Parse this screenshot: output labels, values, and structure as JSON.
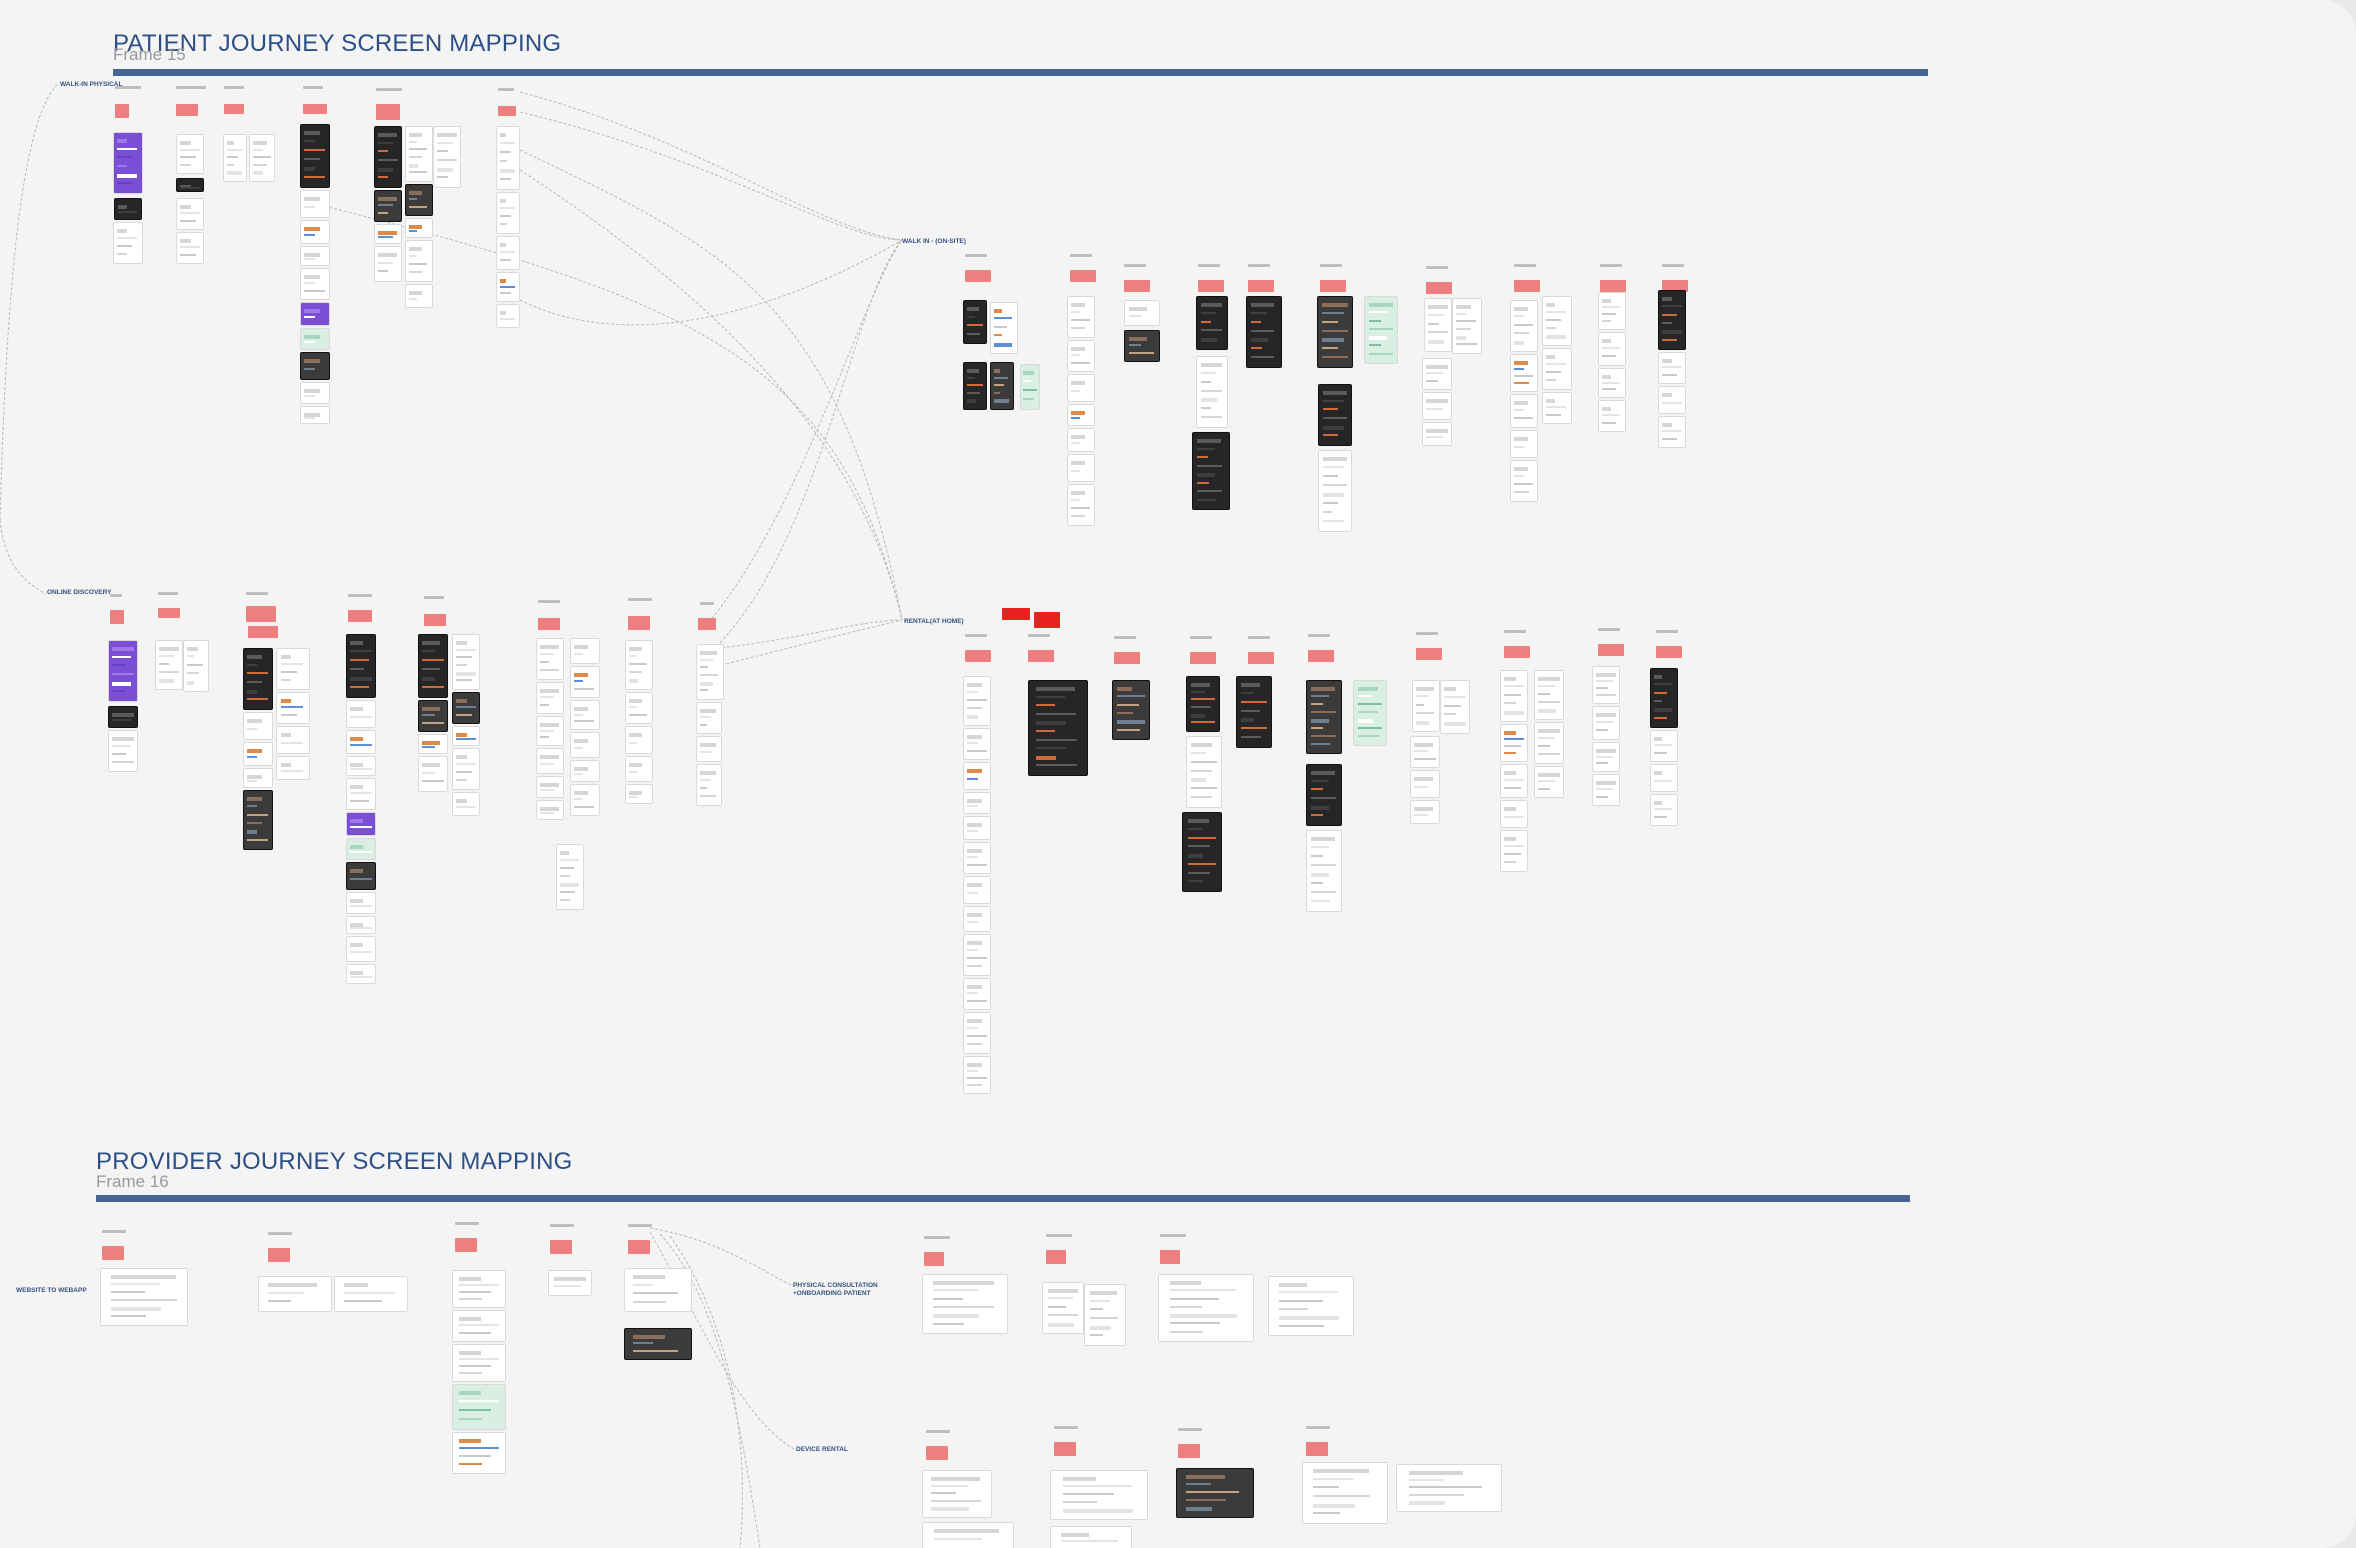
{
  "patient": {
    "title": "PATIENT JOURNEY SCREEN MAPPING",
    "frame": "Frame 15",
    "lanes": {
      "walk_in_physical": "WALK-IN PHYSICAL",
      "online_discovery": "ONLINE DISCOVERY",
      "walk_in_onsite": "WALK IN - (ON-SITE)",
      "rental_at_home": "RENTAL(AT HOME)"
    }
  },
  "provider": {
    "title": "PROVIDER JOURNEY SCREEN MAPPING",
    "frame": "Frame 16",
    "lanes": {
      "website_to_webapp": "WEBSITE TO WEBAPP",
      "physical_consultation": "PHYSICAL CONSULTATION",
      "onboarding_patient": "+ONBOARDING PATIENT",
      "device_rental": "DEVICE RENTAL"
    }
  },
  "colors": {
    "title": "#2c4f86",
    "rule": "#466594",
    "tag": "#ee7f7f",
    "tag_alert": "#e8231f",
    "canvas": "#f4f4f4"
  }
}
